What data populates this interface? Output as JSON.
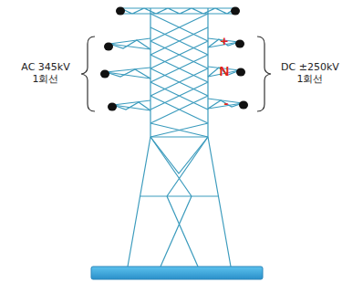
{
  "diagram": {
    "labels": [
      "AC 345kV 1회선",
      "DC ±250kV 1회선",
      "+",
      "N",
      "-"
    ]
  }
}
